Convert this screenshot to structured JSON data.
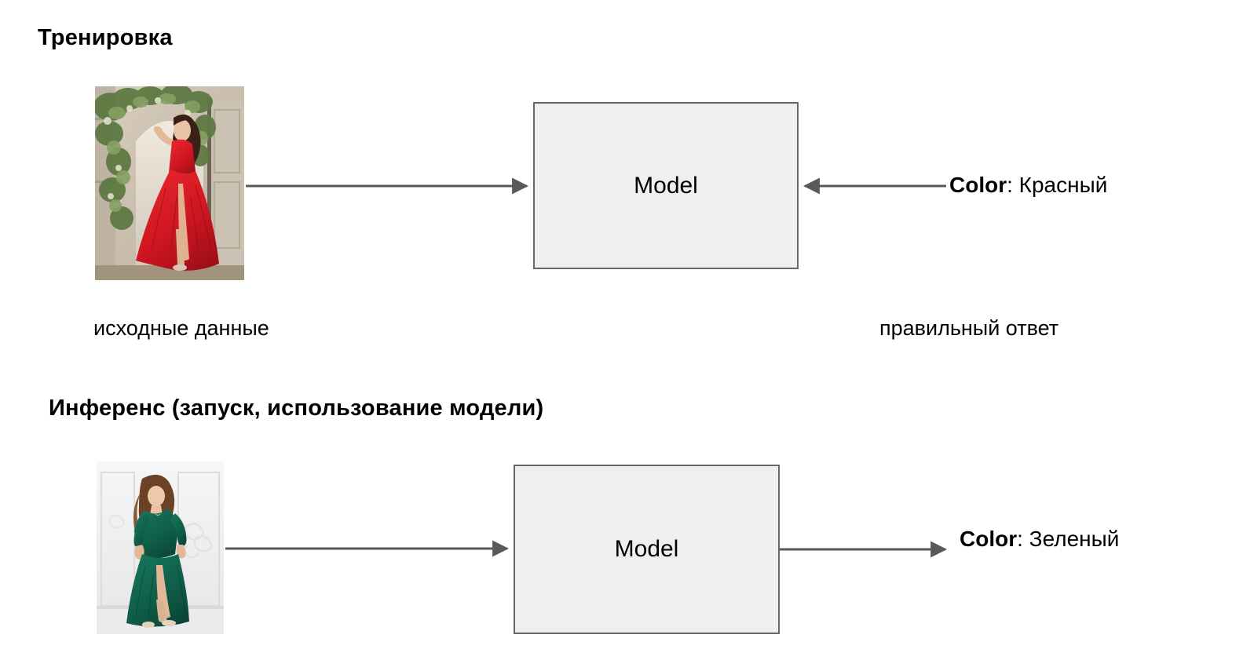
{
  "sections": {
    "training": {
      "title": "Тренировка",
      "model_label": "Model",
      "input_caption": "исходные данные",
      "answer_caption": "правильный ответ",
      "target": {
        "key": "Color",
        "separator": ": ",
        "value": "Красный"
      },
      "input_image": {
        "name": "woman-in-red-dress-photo",
        "alt": "Фотография женщины в красном платье",
        "dominant_color": "#d81f26",
        "background": "#cdbfae"
      }
    },
    "inference": {
      "title": "Инференс (запуск, использование модели)",
      "model_label": "Model",
      "prediction": {
        "key": "Color",
        "separator": ": ",
        "value": "Зеленый"
      },
      "input_image": {
        "name": "woman-in-green-dress-photo",
        "alt": "Фотография женщины в зеленом платье",
        "dominant_color": "#11664f",
        "background": "#f1f1f1"
      }
    }
  },
  "style": {
    "box_fill": "#efefef",
    "box_border": "#666666",
    "arrow_color": "#595959",
    "text_color": "#000000",
    "page_background": "#ffffff"
  },
  "arrows": [
    {
      "name": "arrow-training-input-to-model",
      "direction": "right"
    },
    {
      "name": "arrow-training-label-to-model",
      "direction": "left"
    },
    {
      "name": "arrow-inference-input-to-model",
      "direction": "right"
    },
    {
      "name": "arrow-inference-model-to-prediction",
      "direction": "right"
    }
  ]
}
